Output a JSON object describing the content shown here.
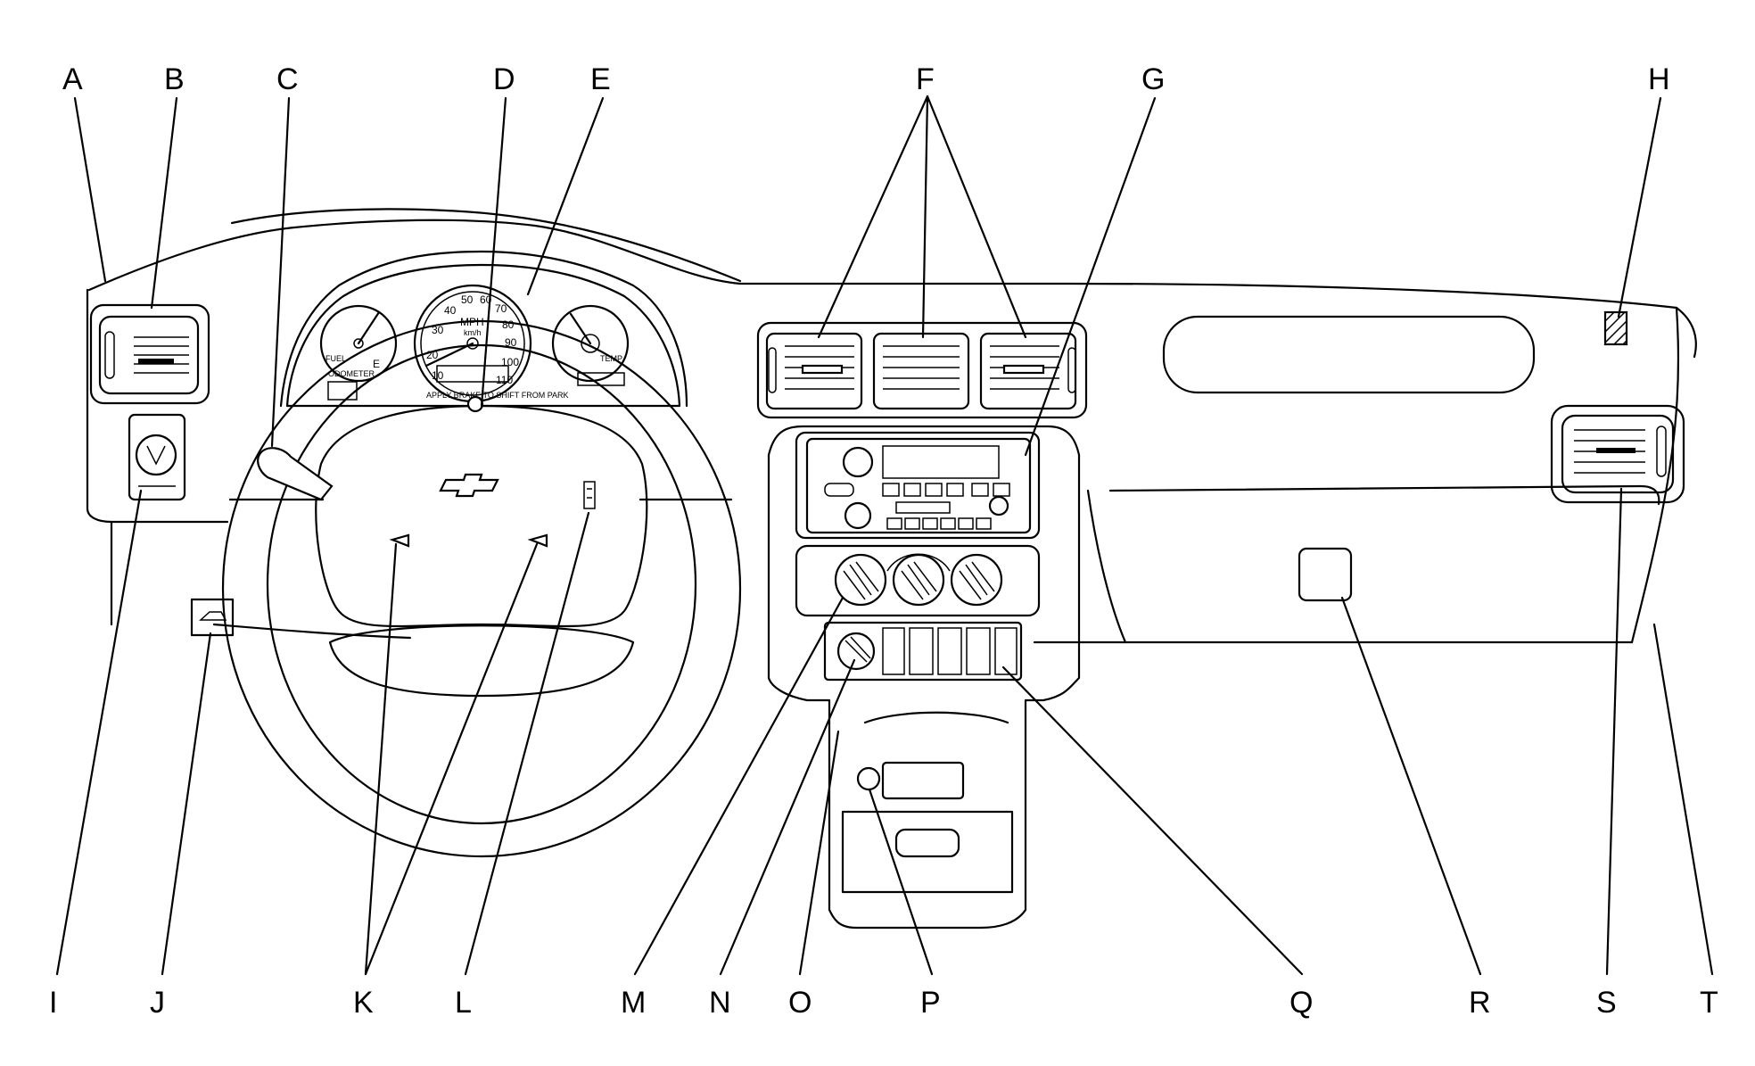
{
  "diagram": {
    "labels": [
      "A",
      "B",
      "C",
      "D",
      "E",
      "F",
      "G",
      "H",
      "I",
      "J",
      "K",
      "L",
      "M",
      "N",
      "O",
      "P",
      "Q",
      "R",
      "S",
      "T"
    ],
    "speedometer": {
      "numbers": [
        "10",
        "20",
        "30",
        "40",
        "50",
        "60",
        "70",
        "80",
        "90",
        "100",
        "110"
      ],
      "unit": "MPH",
      "sub_unit": "km/h",
      "odometer_note": "APPLY BRAKE TO SHIFT FROM PARK"
    },
    "fuel_gauge": {
      "label": "FUEL",
      "letter": "E"
    },
    "temp_gauge": {
      "label": "TEMP"
    },
    "tach_note": "ODOMETER"
  }
}
